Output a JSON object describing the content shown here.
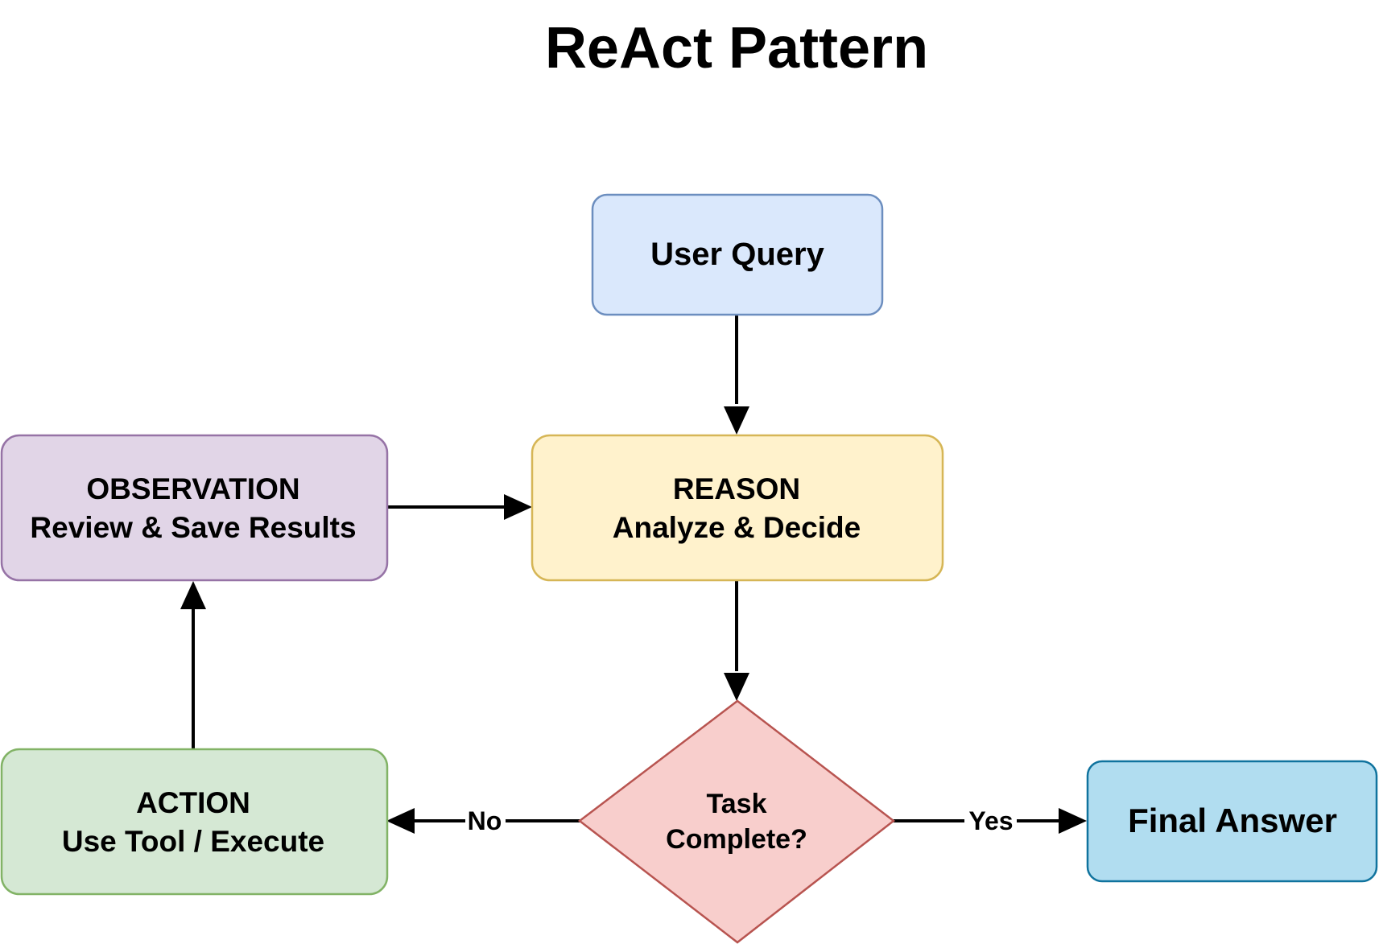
{
  "title": "ReAct Pattern",
  "nodes": {
    "user_query": {
      "lines": [
        "User Query"
      ],
      "fill": "#dae8fc",
      "stroke": "#6c8ebf"
    },
    "reason": {
      "lines": [
        "REASON",
        "Analyze & Decide"
      ],
      "fill": "#fff2cc",
      "stroke": "#d6b656"
    },
    "observation": {
      "lines": [
        "OBSERVATION",
        "Review & Save Results"
      ],
      "fill": "#e1d5e7",
      "stroke": "#9673a6"
    },
    "action": {
      "lines": [
        "ACTION",
        "Use Tool / Execute"
      ],
      "fill": "#d5e8d4",
      "stroke": "#82b366"
    },
    "decision": {
      "lines": [
        "Task",
        "Complete?"
      ],
      "fill": "#f8cecc",
      "stroke": "#b85450"
    },
    "final_answer": {
      "lines": [
        "Final Answer"
      ],
      "fill": "#b1ddf0",
      "stroke": "#10739e"
    }
  },
  "edges": {
    "no_label": "No",
    "yes_label": "Yes"
  }
}
